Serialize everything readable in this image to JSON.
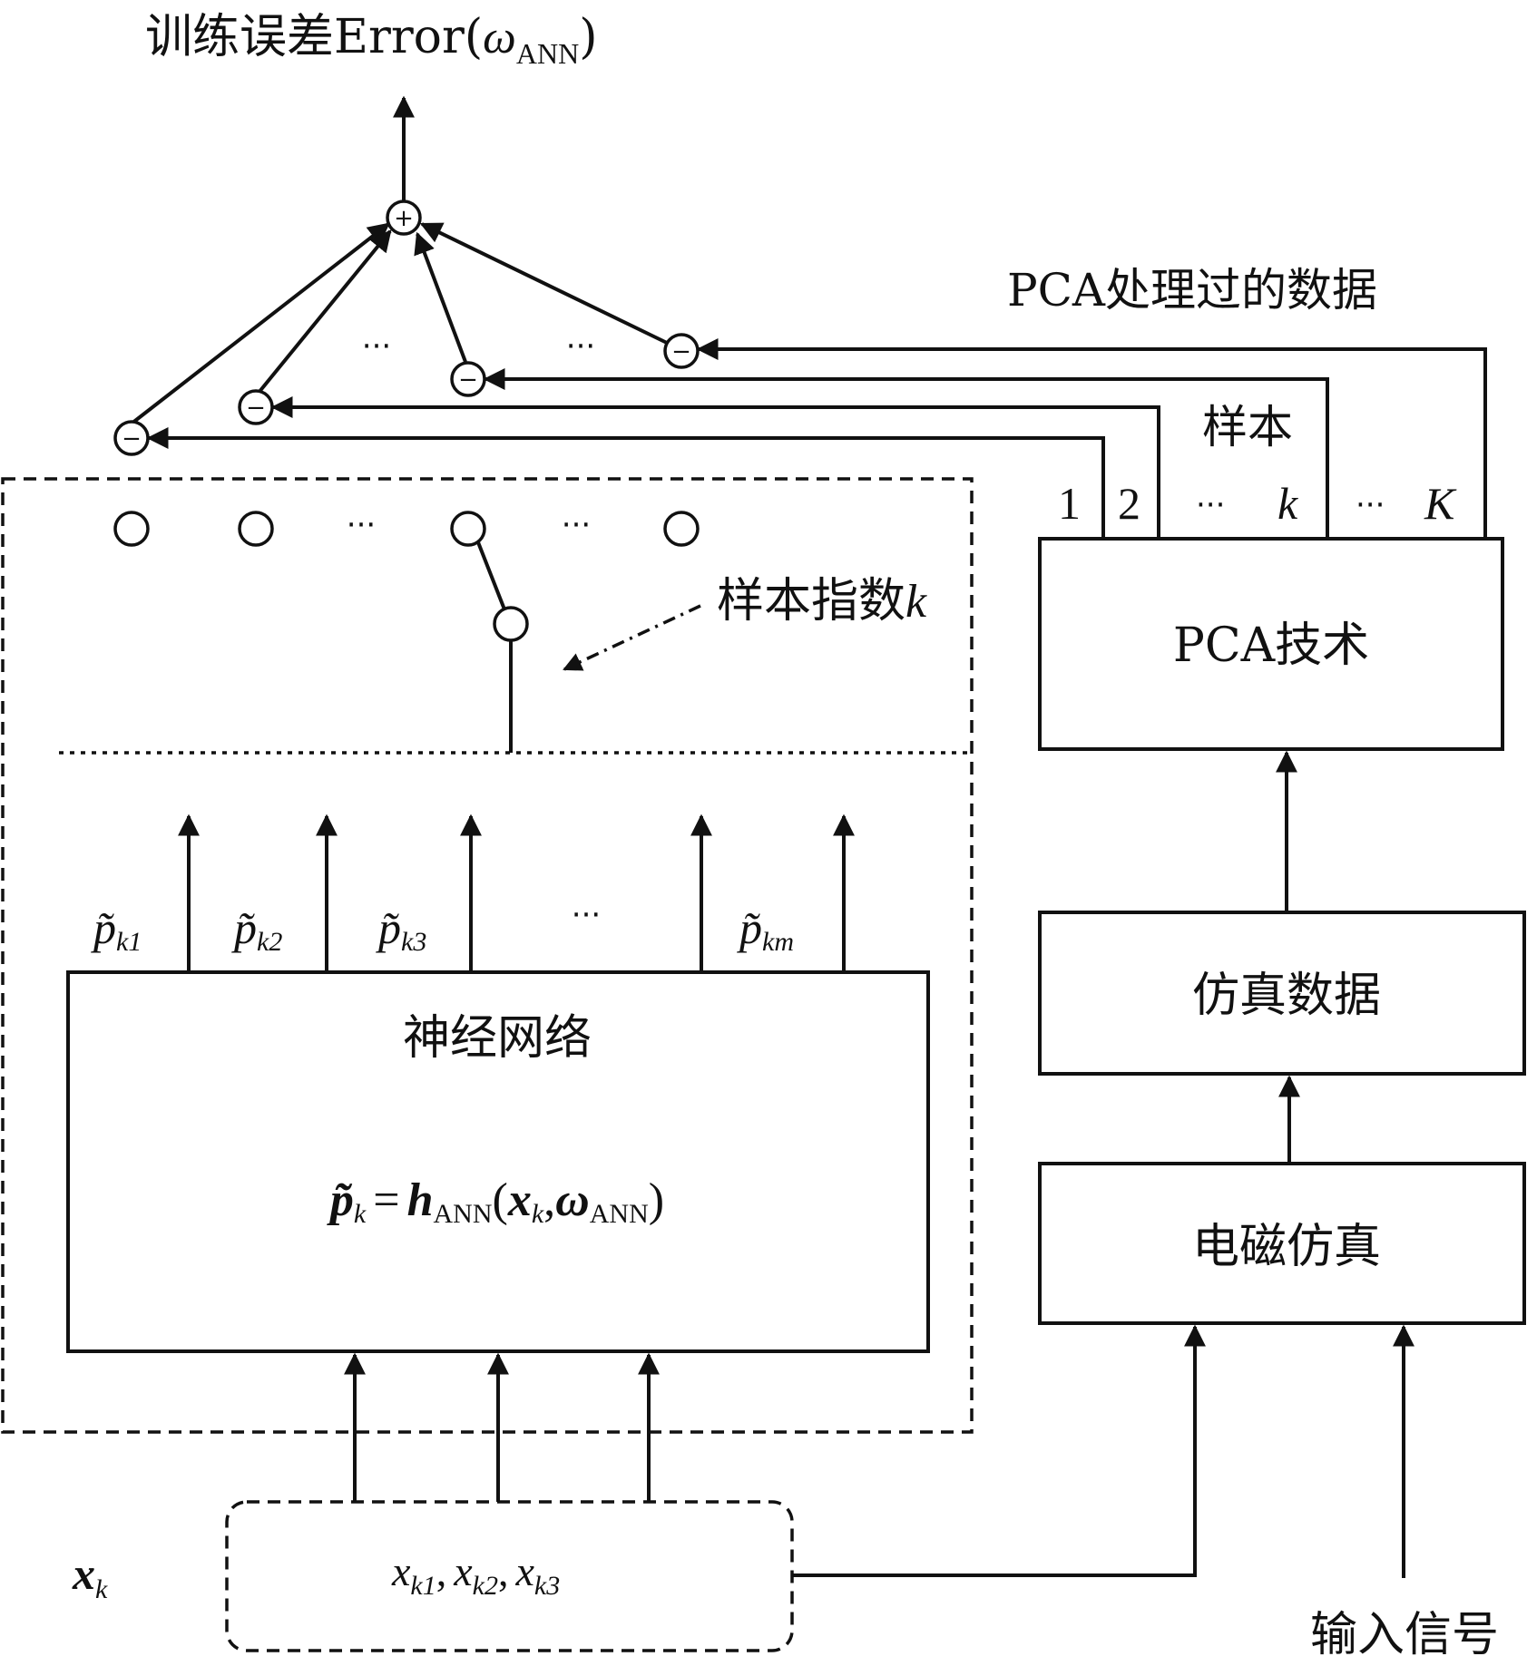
{
  "title": {
    "prefix": "训练误差Error(",
    "omega": "ω",
    "sub": "ANN",
    "suffix": ")"
  },
  "sum_symbol": "+",
  "minus_symbol": "−",
  "ellipsis": "···",
  "pca_processed_label": "PCA处理过的数据",
  "sample_label": "样本",
  "sample_index_label": {
    "text": "样本指数",
    "var": "k"
  },
  "pca_outputs": [
    "1",
    "2",
    "··· k",
    "··· K"
  ],
  "pca_outputs_parts": {
    "one": "1",
    "two": "2",
    "k_dots": "···",
    "k_var": "k",
    "K_dots": "···",
    "K_var": "K"
  },
  "pca_box_label": "PCA技术",
  "sim_data_label": "仿真数据",
  "em_sim_label": "电磁仿真",
  "input_signal_label": "输入信号",
  "nn_box": {
    "title": "神经网络",
    "formula": {
      "lhs": "p̃",
      "lhs_sub": "k",
      "eq": "=",
      "h": "h",
      "h_sub": "ANN",
      "open": "(",
      "x": "x",
      "x_sub": "k",
      "comma": ",",
      "w": "ω",
      "w_sub": "ANN",
      "close": ")"
    }
  },
  "nn_outputs": [
    {
      "sym": "p̃",
      "sub": "k1"
    },
    {
      "sym": "p̃",
      "sub": "k2"
    },
    {
      "sym": "p̃",
      "sub": "k3"
    },
    {
      "sym": "···",
      "sub": ""
    },
    {
      "sym": "p̃",
      "sub": "km"
    }
  ],
  "input_vector": {
    "sym": "x",
    "sub": "k"
  },
  "input_components": {
    "x1": "x",
    "s1": "k1",
    "c1": ",",
    "x2": "x",
    "s2": "k2",
    "c2": ",",
    "x3": "x",
    "s3": "k3"
  }
}
